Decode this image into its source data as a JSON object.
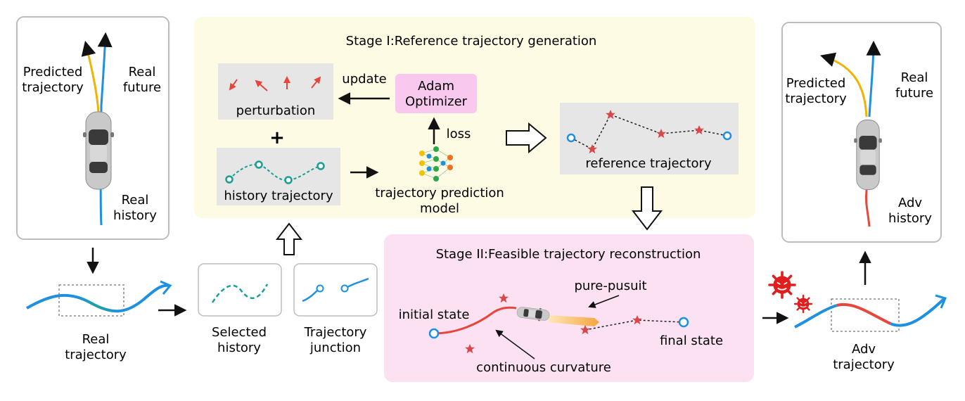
{
  "stage1": {
    "title": "Stage I:Reference trajectory generation",
    "update": "update",
    "optimizer": [
      "Adam",
      "Optimizer"
    ],
    "perturbation": "perturbation",
    "plus": "+",
    "history_trajectory": "history trajectory",
    "loss": "loss",
    "model": [
      "trajectory prediction",
      "model"
    ],
    "reference_trajectory": "reference trajectory"
  },
  "stage2": {
    "title": "Stage II:Feasible trajectory reconstruction",
    "initial_state": "initial state",
    "final_state": "final state",
    "pure_pursuit": "pure-pusuit",
    "continuous_curvature": "continuous curvature"
  },
  "left_panel": {
    "predicted": [
      "Predicted",
      "trajectory"
    ],
    "real_future": [
      "Real",
      "future"
    ],
    "real_history": [
      "Real",
      "history"
    ]
  },
  "right_panel": {
    "predicted": [
      "Predicted",
      "trajectory"
    ],
    "real_future": [
      "Real",
      "future"
    ],
    "adv_history": [
      "Adv",
      "history"
    ]
  },
  "bottom": {
    "real_trajectory": [
      "Real",
      "trajectory"
    ],
    "selected_history": [
      "Selected",
      "history"
    ],
    "trajectory_junction": [
      "Trajectory",
      "junction"
    ],
    "adv_trajectory": [
      "Adv",
      "trajectory"
    ]
  },
  "colors": {
    "blue": "#1e90e0",
    "orange": "#f2b200",
    "red": "#e8453c",
    "teal": "#1a9e96",
    "stage1_bg": "#fdfbe3",
    "stage2_bg": "#fbe1f2",
    "gray_box": "#e6e6e6",
    "optimizer_bg": "#f8c8ee",
    "star": "#d8474a"
  }
}
